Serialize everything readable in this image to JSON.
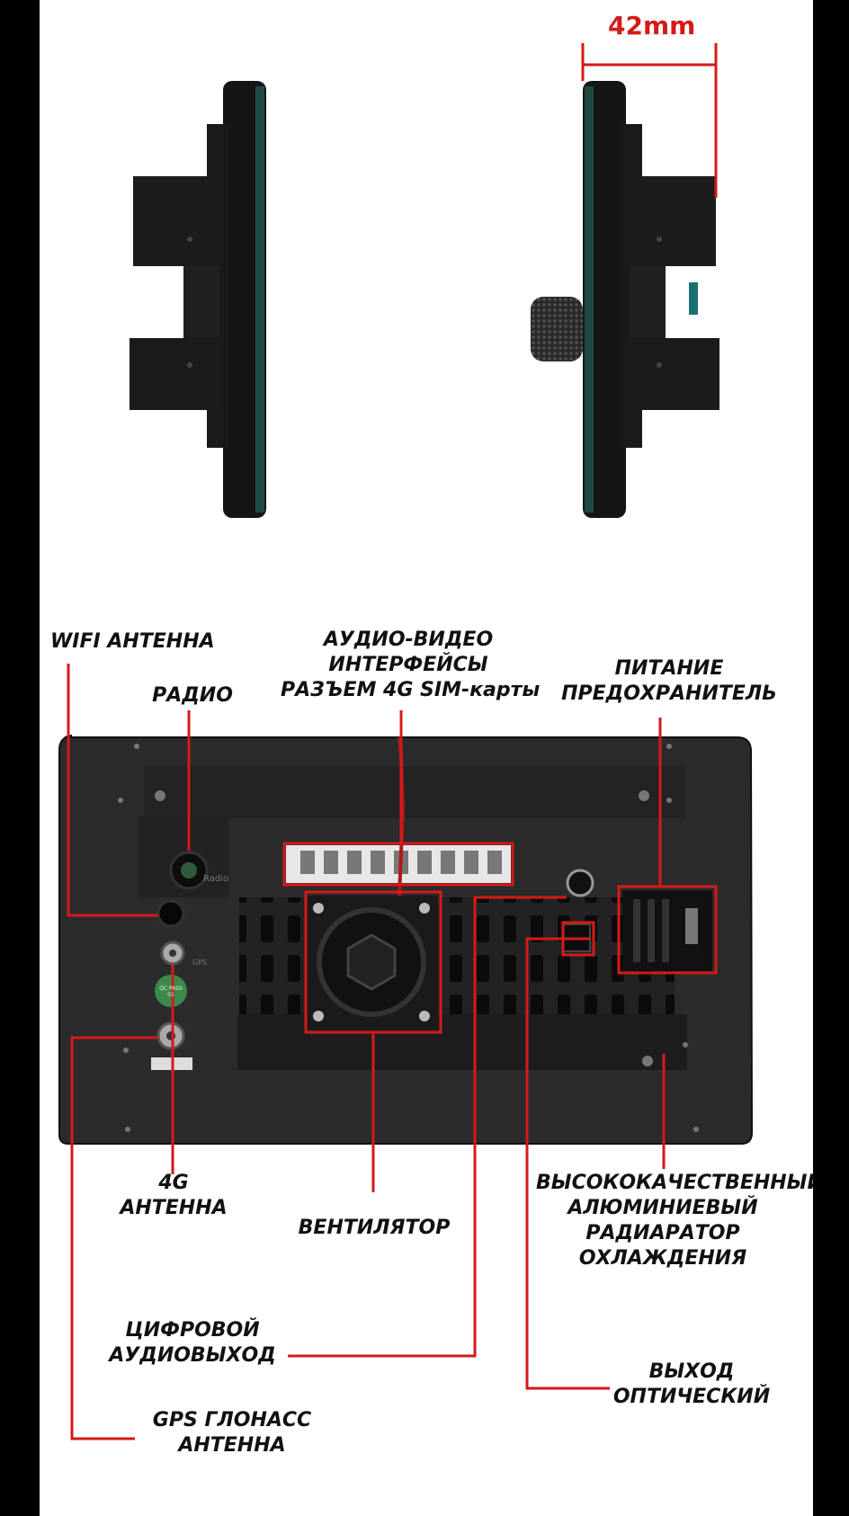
{
  "dimension": {
    "label": "42mm"
  },
  "labels": {
    "wifi": "WIFI АНТЕННА",
    "radio": "РАДИО",
    "av": [
      "АУДИО-ВИДЕО",
      "ИНТЕРФЕЙСЫ",
      "РАЗЪЕМ 4G SIM-карты"
    ],
    "power": [
      "ПИТАНИЕ",
      "ПРЕДОХРАНИТЕЛЬ"
    ],
    "antenna_4g": [
      "4G",
      "АНТЕННА"
    ],
    "fan": "ВЕНТИЛЯТОР",
    "radiator": [
      "ВЫСОКОКАЧЕСТВЕННЫЙ",
      "АЛЮМИНИЕВЫЙ",
      "РАДИАРАТОР",
      "ОХЛАЖДЕНИЯ"
    ],
    "digital_audio": [
      "ЦИФРОВОЙ",
      "АУДИОВЫХОД"
    ],
    "optical": [
      "ВЫХОД",
      "ОПТИЧЕСКИЙ"
    ],
    "gps": [
      "GPS ГЛОНАСС",
      "АНТЕННА"
    ]
  },
  "device_print": {
    "radio": "Radio",
    "gps": "GPS",
    "sticker": "QC PASS 01"
  },
  "colors": {
    "accent": "#d51a1a",
    "body": "#2b2b2b",
    "panel": "#1e1e1e",
    "background": "#ffffff",
    "frame": "#000000"
  }
}
